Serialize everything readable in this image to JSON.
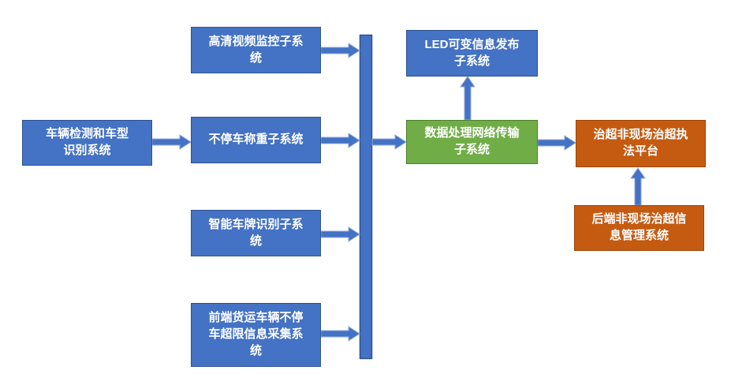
{
  "diagram": {
    "nodes": {
      "vehicle_detection": {
        "label": "车辆检测和车型\n识别系统"
      },
      "hd_video": {
        "label": "高清视频监控子系\n统"
      },
      "weigh_in_motion": {
        "label": "不停车称重子系统"
      },
      "plate_recognition": {
        "label": "智能车牌识别子系\n统"
      },
      "front_collection": {
        "label": "前端货运车辆不停\n车超限信息采集系\n统"
      },
      "led_display": {
        "label": "LED可变信息发布\n子系统"
      },
      "data_processing": {
        "label": "数据处理网络传输\n子系统"
      },
      "enforcement_platform": {
        "label": "治超非现场治超执\n法平台"
      },
      "backend_management": {
        "label": "后端非现场治超信\n息管理系统"
      }
    },
    "colors": {
      "blue_fill": "#4472C4",
      "blue_border": "#2F528F",
      "green_fill": "#70AD47",
      "green_border": "#507E32",
      "orange_fill": "#C55A11",
      "orange_border": "#9C4508",
      "arrow_fill": "#4472C4",
      "arrow_stroke": "#8FAADC",
      "text": "#FFFFFF"
    }
  }
}
